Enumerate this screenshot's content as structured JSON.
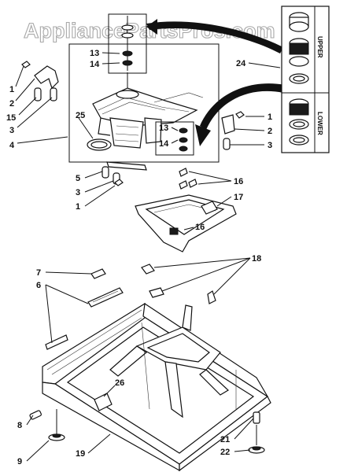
{
  "watermark": "AppliancePartsPros.com",
  "inset": {
    "upper_label": "UPPER",
    "lower_label": "LOWER"
  },
  "callouts": {
    "c1a": "1",
    "c2a": "2",
    "c15": "15",
    "c3a": "3",
    "c4": "4",
    "c13a": "13",
    "c14a": "14",
    "c25": "25",
    "c13b": "13",
    "c14b": "14",
    "c24": "24",
    "c1b": "1",
    "c2b": "2",
    "c3b": "3",
    "c5": "5",
    "c3c": "3",
    "c1c": "1",
    "c16a": "16",
    "c17": "17",
    "c16b": "16",
    "c7": "7",
    "c6": "6",
    "c18": "18",
    "c26": "26",
    "c8": "8",
    "c9": "9",
    "c19": "19",
    "c21": "21",
    "c22": "22"
  }
}
